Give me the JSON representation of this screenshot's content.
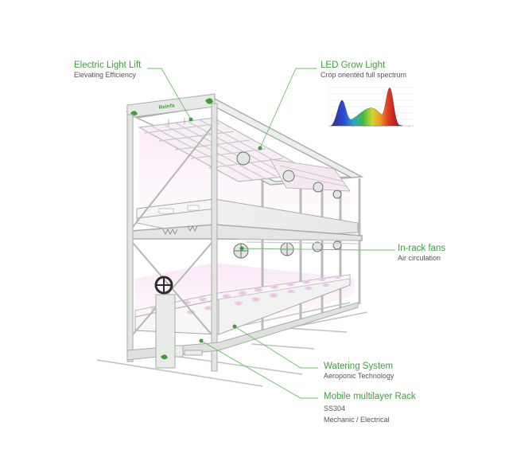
{
  "brand": {
    "logo_text": "Reinfa"
  },
  "callouts": {
    "light_lift": {
      "title": "Electric Light Lift",
      "subtitle": "Elevating Efficiency"
    },
    "grow_light": {
      "title": "LED Grow Light",
      "subtitle": "Crop oriented full spectrum"
    },
    "fans": {
      "title": "In-rack fans",
      "subtitle": "Air circulation"
    },
    "watering": {
      "title": "Watering System",
      "subtitle": "Aeroponic Technology"
    },
    "rack": {
      "title": "Mobile multilayer Rack",
      "lines": [
        "SS304",
        "Mechanic / Electrical"
      ]
    }
  },
  "colors": {
    "accent": "#3f9e3c",
    "frame": "#d9dcd9",
    "frame_edge": "#a9adaa",
    "light_glow": "#f3d6ee",
    "text_grey": "#555555"
  }
}
